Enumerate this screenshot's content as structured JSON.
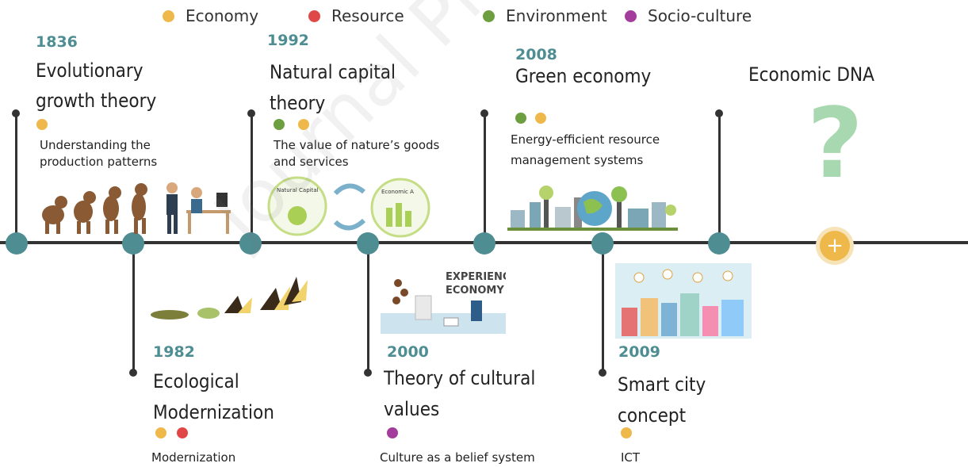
{
  "colors": {
    "economy": "#efb84a",
    "resource": "#e04848",
    "environment": "#6d9e3f",
    "socio_culture": "#a43c9c",
    "node": "#4e8d92"
  },
  "legend": [
    {
      "label": "Economy",
      "color": "#efb84a"
    },
    {
      "label": "Resource",
      "color": "#e04848"
    },
    {
      "label": "Environment",
      "color": "#6d9e3f"
    },
    {
      "label": "Socio-culture",
      "color": "#a43c9c"
    }
  ],
  "events": {
    "e1836": {
      "year": "1836",
      "title_1": "Evolutionary",
      "title_2": "growth theory",
      "desc_1": "Understanding the",
      "desc_2": "production patterns",
      "categories": [
        "economy"
      ]
    },
    "e1992": {
      "year": "1992",
      "title_1": "Natural capital",
      "title_2": "theory",
      "desc_1": "The value of nature’s goods",
      "desc_2": "and services",
      "categories": [
        "environment",
        "economy"
      ]
    },
    "e2008": {
      "year": "2008",
      "title_1": "Green economy",
      "desc_1": "Energy-efficient resource",
      "desc_2": "management systems",
      "categories": [
        "environment",
        "economy"
      ]
    },
    "edna": {
      "title_1": "Economic DNA"
    },
    "e1982": {
      "year": "1982",
      "title_1": "Ecological",
      "title_2": "Modernization",
      "desc_1": "Modernization",
      "categories": [
        "economy",
        "resource"
      ]
    },
    "e2000": {
      "year": "2000",
      "title_1": "Theory of cultural",
      "title_2": "values",
      "desc_1": "Culture as a belief system",
      "categories": [
        "socio_culture"
      ]
    },
    "e2009": {
      "year": "2009",
      "title_1": "Smart city",
      "title_2": "concept",
      "desc_1": "ICT",
      "categories": [
        "economy"
      ]
    }
  },
  "illustrations": {
    "natural_capital_label": "Natural Capital",
    "economic_label": "Economic A",
    "experience_1": "EXPERIENCE",
    "experience_2": "ECONOMY",
    "question_mark": "?",
    "plus": "+"
  },
  "watermark": "Journal Pre-proof"
}
